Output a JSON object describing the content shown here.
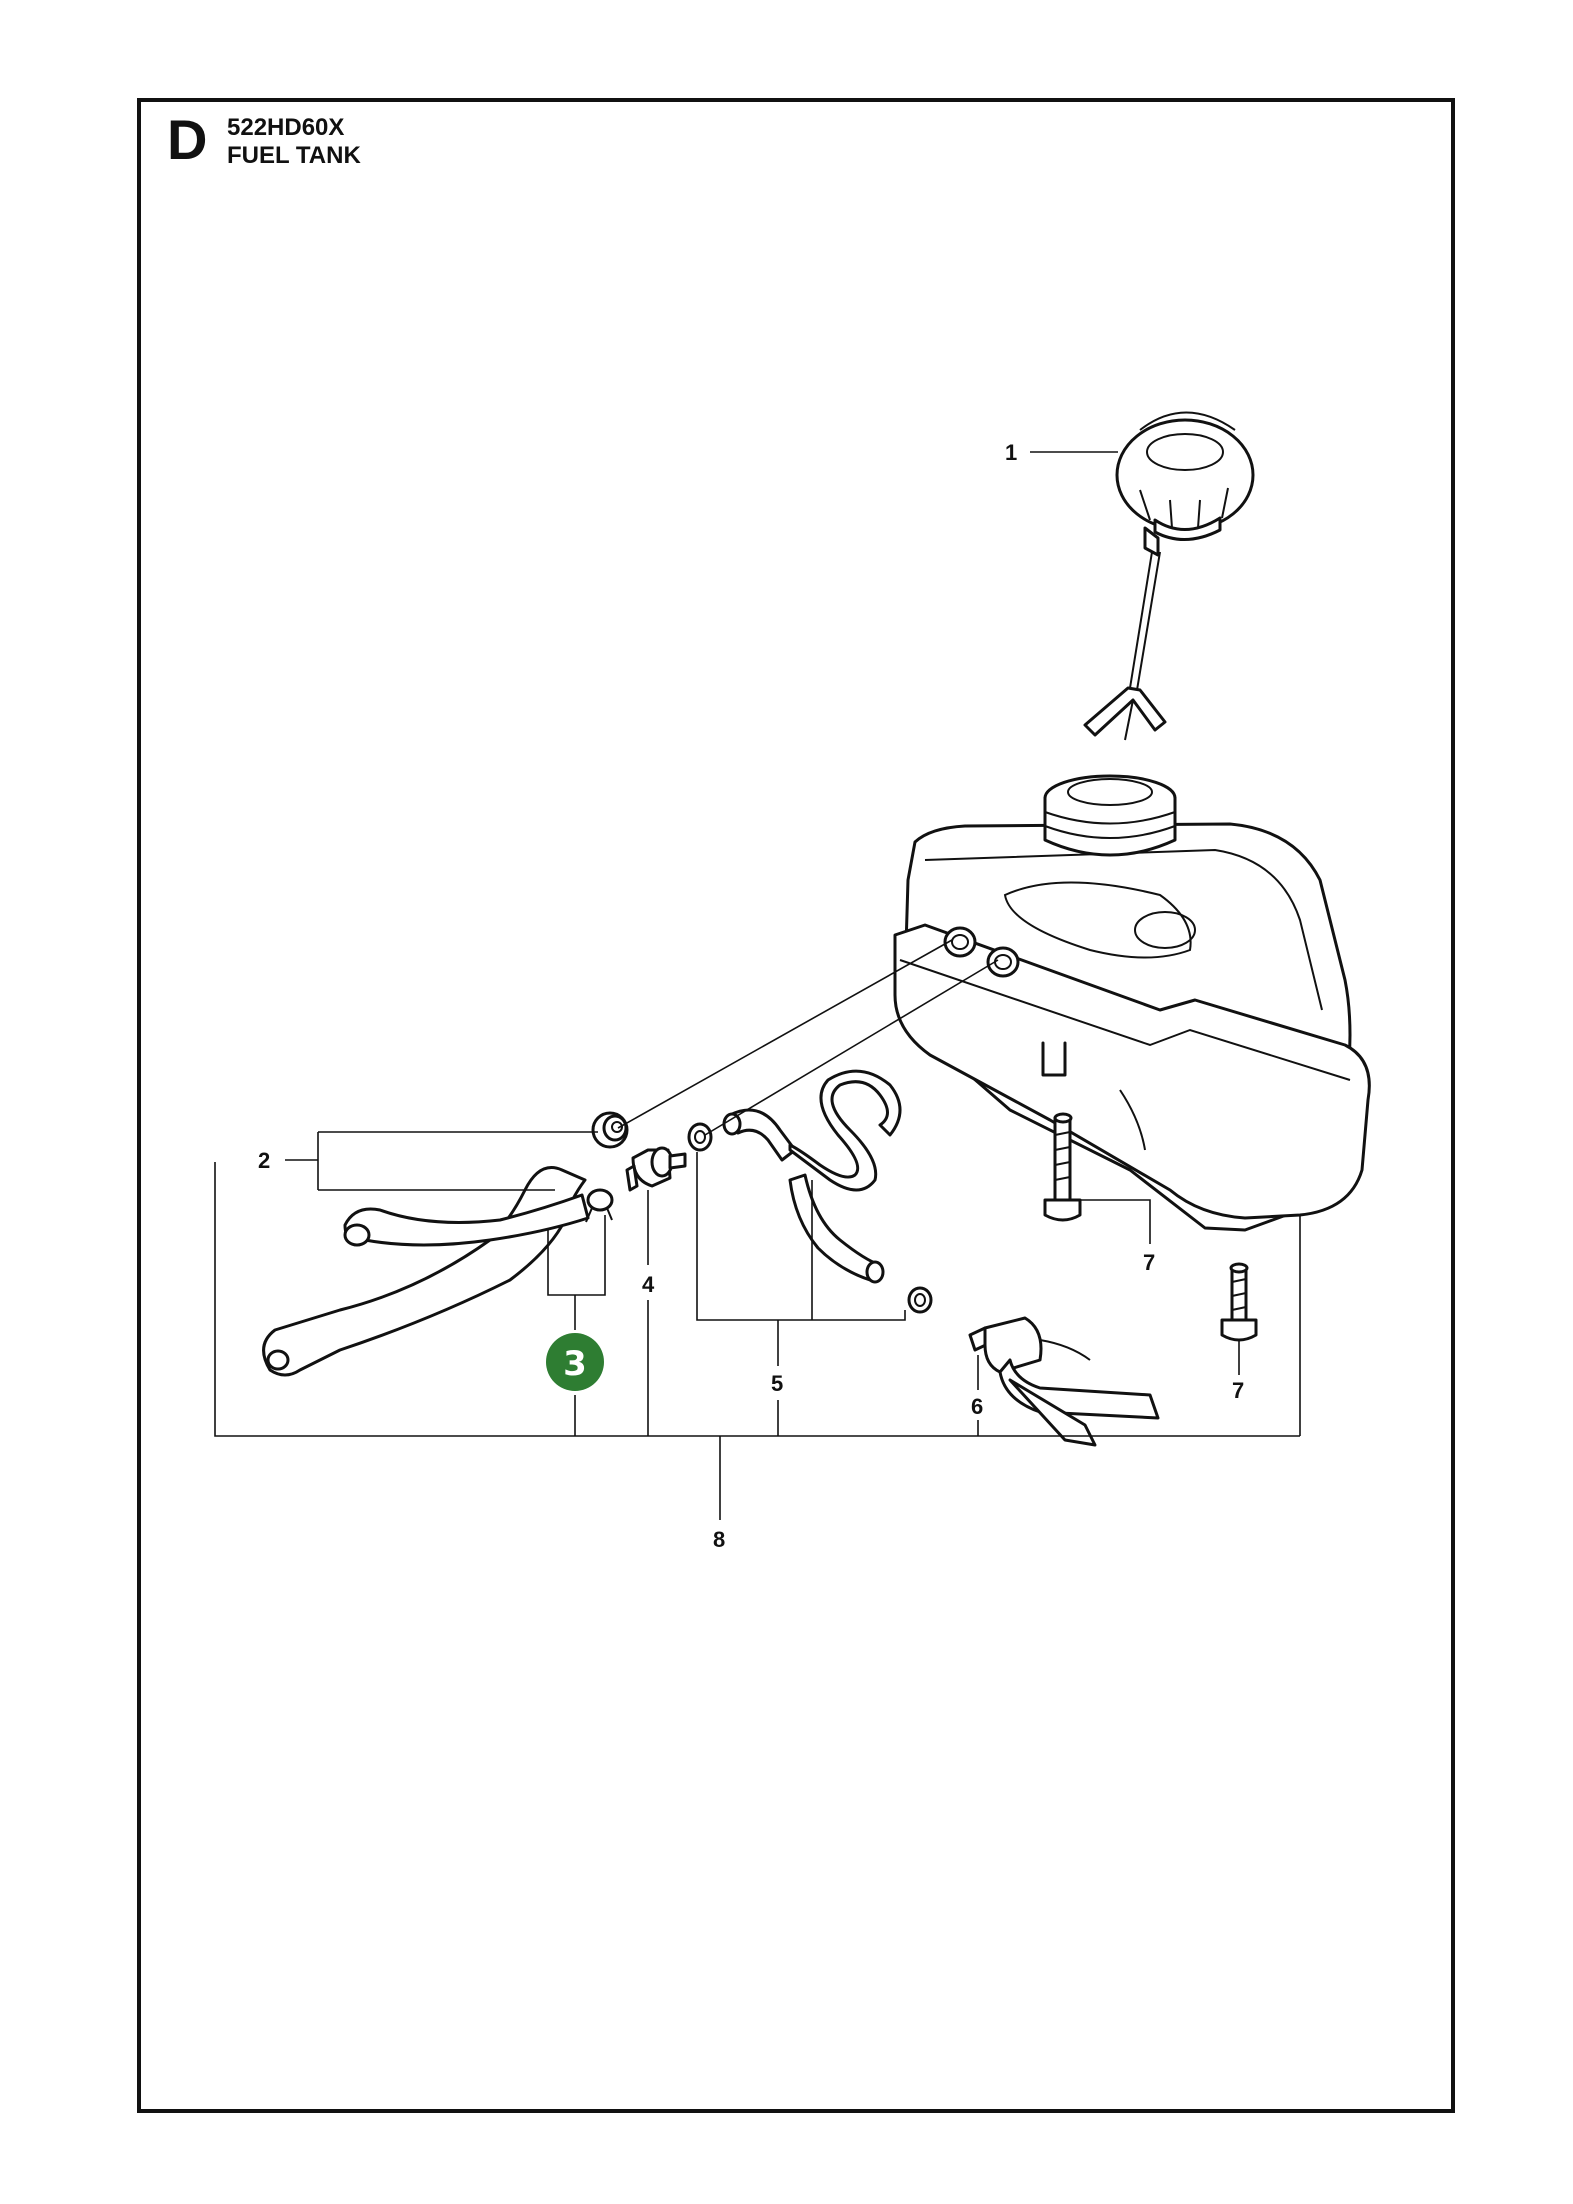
{
  "header": {
    "section_letter": "D",
    "model": "522HD60X",
    "title": "FUEL TANK"
  },
  "callouts": {
    "c1": "1",
    "c2": "2",
    "c3": "3",
    "c4": "4",
    "c5": "5",
    "c6": "6",
    "c7a": "7",
    "c7b": "7",
    "c8": "8"
  },
  "highlight_color": "#2e7d32"
}
